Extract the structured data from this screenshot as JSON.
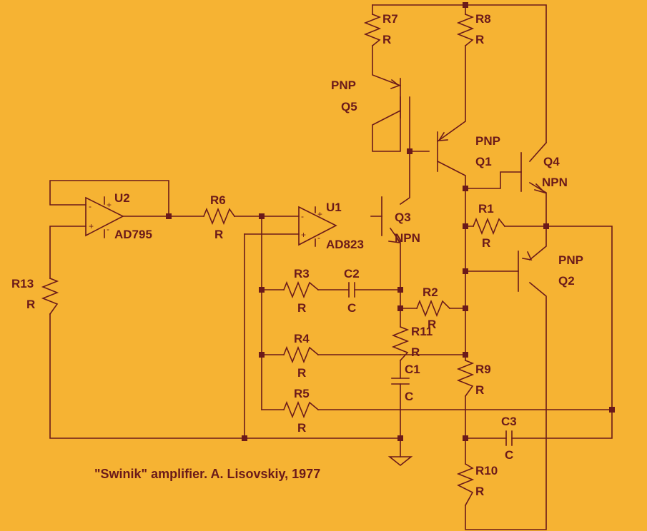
{
  "labels": {
    "r1": "R1",
    "r1v": "R",
    "r2": "R2",
    "r2v": "R",
    "r3": "R3",
    "r3v": "R",
    "r4": "R4",
    "r4v": "R",
    "r5": "R5",
    "r5v": "R",
    "r6": "R6",
    "r6v": "R",
    "r7": "R7",
    "r7v": "R",
    "r8": "R8",
    "r8v": "R",
    "r9": "R9",
    "r9v": "R",
    "r10": "R10",
    "r10v": "R",
    "r11": "R11",
    "r11v": "R",
    "r13": "R13",
    "r13v": "R",
    "c1": "C1",
    "c1v": "C",
    "c2": "C2",
    "c2v": "C",
    "c3": "C3",
    "c3v": "C",
    "q1": "Q1",
    "q1t": "PNP",
    "q2": "Q2",
    "q2t": "PNP",
    "q3": "Q3",
    "q3t": "NPN",
    "q4": "Q4",
    "q4t": "NPN",
    "q5": "Q5",
    "q5t": "PNP",
    "u1": "U1",
    "u1t": "AD823",
    "u2": "U2",
    "u2t": "AD795",
    "plus": "+",
    "minus": "-"
  },
  "caption": "\"Swinik\" amplifier. A. Lisovskiy, 1977"
}
